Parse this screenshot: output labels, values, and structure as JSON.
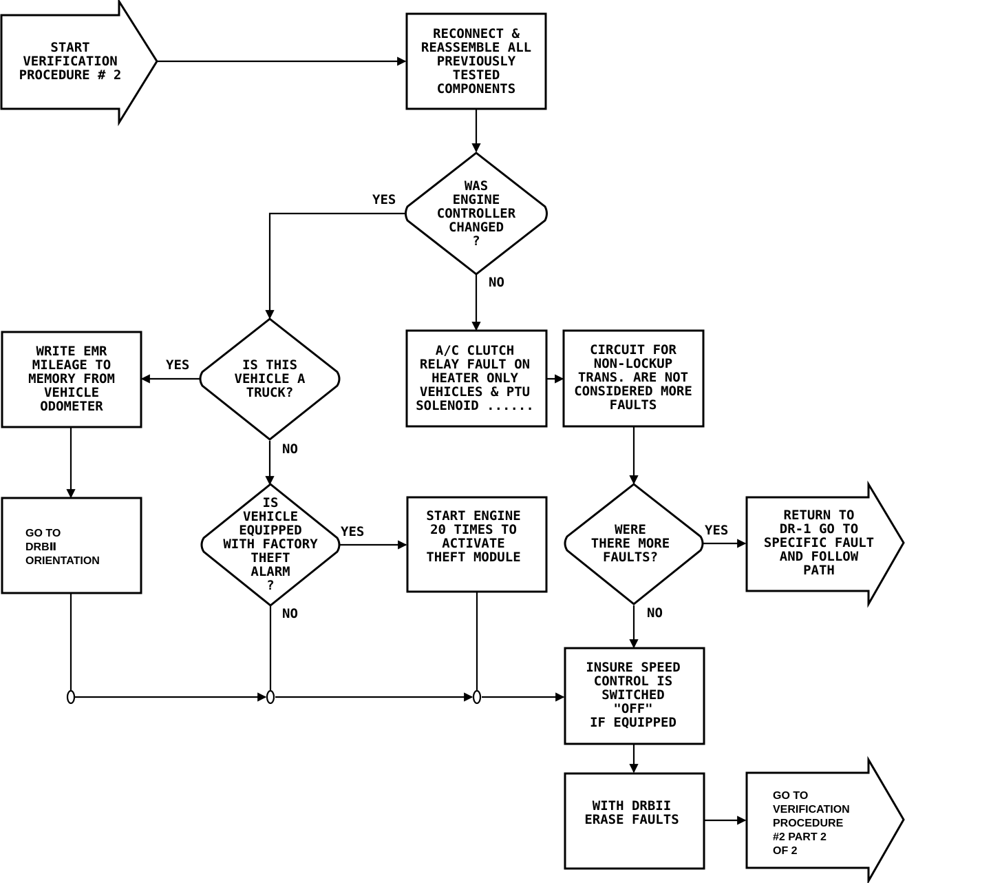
{
  "nodes": {
    "start": [
      "START",
      "VERIFICATION",
      "PROCEDURE # 2"
    ],
    "reconnect": [
      "RECONNECT &",
      "REASSEMBLE ALL",
      "PREVIOUSLY",
      "TESTED",
      "COMPONENTS"
    ],
    "engine_changed": [
      "WAS",
      "ENGINE",
      "CONTROLLER",
      "CHANGED",
      "?"
    ],
    "is_truck": [
      "IS THIS",
      "VEHICLE A",
      "TRUCK?"
    ],
    "write_emr": [
      "WRITE EMR",
      "MILEAGE TO",
      "MEMORY FROM",
      "VEHICLE",
      "ODOMETER"
    ],
    "go_to_drb": [
      "GO TO",
      "DRBⅡ",
      "ORIENTATION"
    ],
    "ac_clutch": [
      "A/C CLUTCH",
      "RELAY FAULT ON",
      "HEATER ONLY",
      "VEHICLES & PTU",
      "SOLENOID ......"
    ],
    "circuit": [
      "CIRCUIT FOR",
      "NON-LOCKUP",
      "TRANS. ARE NOT",
      "CONSIDERED MORE",
      "FAULTS"
    ],
    "theft_alarm": [
      "IS",
      "VEHICLE",
      "EQUIPPED",
      "WITH FACTORY",
      "THEFT",
      "ALARM",
      "?"
    ],
    "start_engine": [
      "START ENGINE",
      "20 TIMES TO",
      "ACTIVATE",
      "THEFT MODULE"
    ],
    "more_faults": [
      "WERE",
      "THERE MORE",
      "FAULTS?"
    ],
    "return_dr1": [
      "RETURN TO",
      "DR-1 GO TO",
      "SPECIFIC FAULT",
      "AND FOLLOW",
      "PATH"
    ],
    "speed_control": [
      "INSURE SPEED",
      "CONTROL IS",
      "SWITCHED",
      "\"OFF\"",
      "IF EQUIPPED"
    ],
    "erase_faults": [
      "WITH DRBII",
      "ERASE FAULTS"
    ],
    "go_to_part2": [
      "GO TO",
      "VERIFICATION",
      "PROCEDURE",
      "#2 PART 2",
      "OF 2"
    ]
  },
  "edge_labels": {
    "engine_yes": "YES",
    "engine_no": "NO",
    "truck_yes": "YES",
    "truck_no": "NO",
    "theft_yes": "YES",
    "theft_no": "NO",
    "faults_yes": "YES",
    "faults_no": "NO"
  }
}
